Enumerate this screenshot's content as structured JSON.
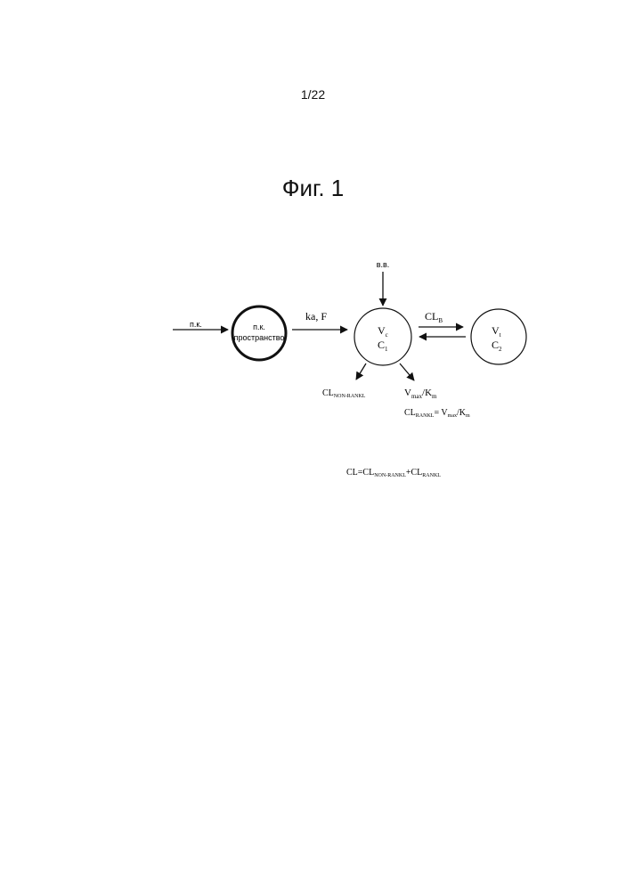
{
  "page_number": "1/22",
  "figure_title": "Фиг. 1",
  "diagram": {
    "input_sc_label": "п.к.",
    "input_iv_label": "в.в.",
    "depot_compartment": {
      "line1": "п.к.",
      "line2": "пространство"
    },
    "absorption_label": "ka, F",
    "central_compartment": {
      "volume_main": "V",
      "volume_sub": "c",
      "conc_main": "C",
      "conc_sub": "1"
    },
    "peripheral_compartment": {
      "volume_main": "V",
      "volume_sub": "t",
      "conc_main": "C",
      "conc_sub": "2"
    },
    "distribution_clearance": {
      "main": "CL",
      "sub": "B"
    },
    "non_rankl_clearance": {
      "main": "CL",
      "sub": "NON-RANKL"
    },
    "saturable_elimination": {
      "v_main": "V",
      "v_sub": "max",
      "slash": "/",
      "k_main": "K",
      "k_sub": "m"
    },
    "rankl_clearance_equation": {
      "lhs_main": "CL",
      "lhs_sub": "RANKL",
      "equals": "=",
      "v_main": "V",
      "v_sub": "max",
      "slash": "/",
      "k_main": "K",
      "k_sub": "m"
    },
    "total_clearance_equation": {
      "lhs": "CL",
      "equals": "=",
      "t1_main": "CL",
      "t1_sub": "NON-RANKL",
      "plus": "+",
      "t2_main": "CL",
      "t2_sub": "RANKL"
    }
  }
}
